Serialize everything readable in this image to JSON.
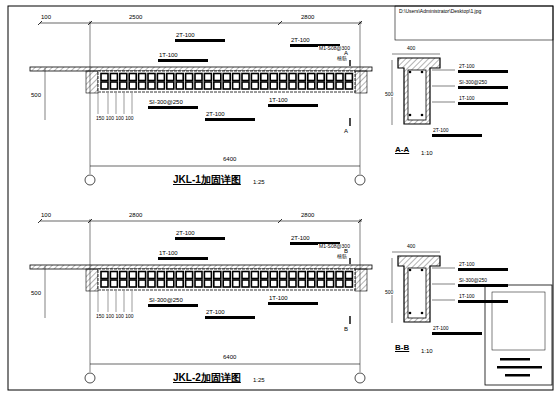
{
  "diagram": {
    "labels": [
      "D:\\Users\\Administrator\\Desktop\\1.jpg",
      "100",
      "2500",
      "2800",
      "2T-100",
      "2T-100",
      "1T-100",
      "M1-S08@300",
      "植筋",
      "500",
      "150 100 100 100",
      "SI-300@250",
      "2T-100",
      "1T-100",
      "A",
      "A",
      "6400",
      "JKL-1加固详图",
      "1:25",
      "400",
      "500",
      "2T-100",
      "SI-300@250",
      "1T-100",
      "2T-100",
      "A-A",
      "1:10",
      "100",
      "2800",
      "2800",
      "2T-100",
      "2T-100",
      "1T-100",
      "M1-S08@300",
      "植筋",
      "500",
      "150 100 100 100",
      "SI-300@250",
      "2T-100",
      "1T-100",
      "B",
      "B",
      "6400",
      "JKL-2加固详图",
      "1:25",
      "400",
      "500",
      "2T-100",
      "SI-300@250",
      "1T-100",
      "2T-100",
      "B-B",
      "1:10"
    ]
  }
}
